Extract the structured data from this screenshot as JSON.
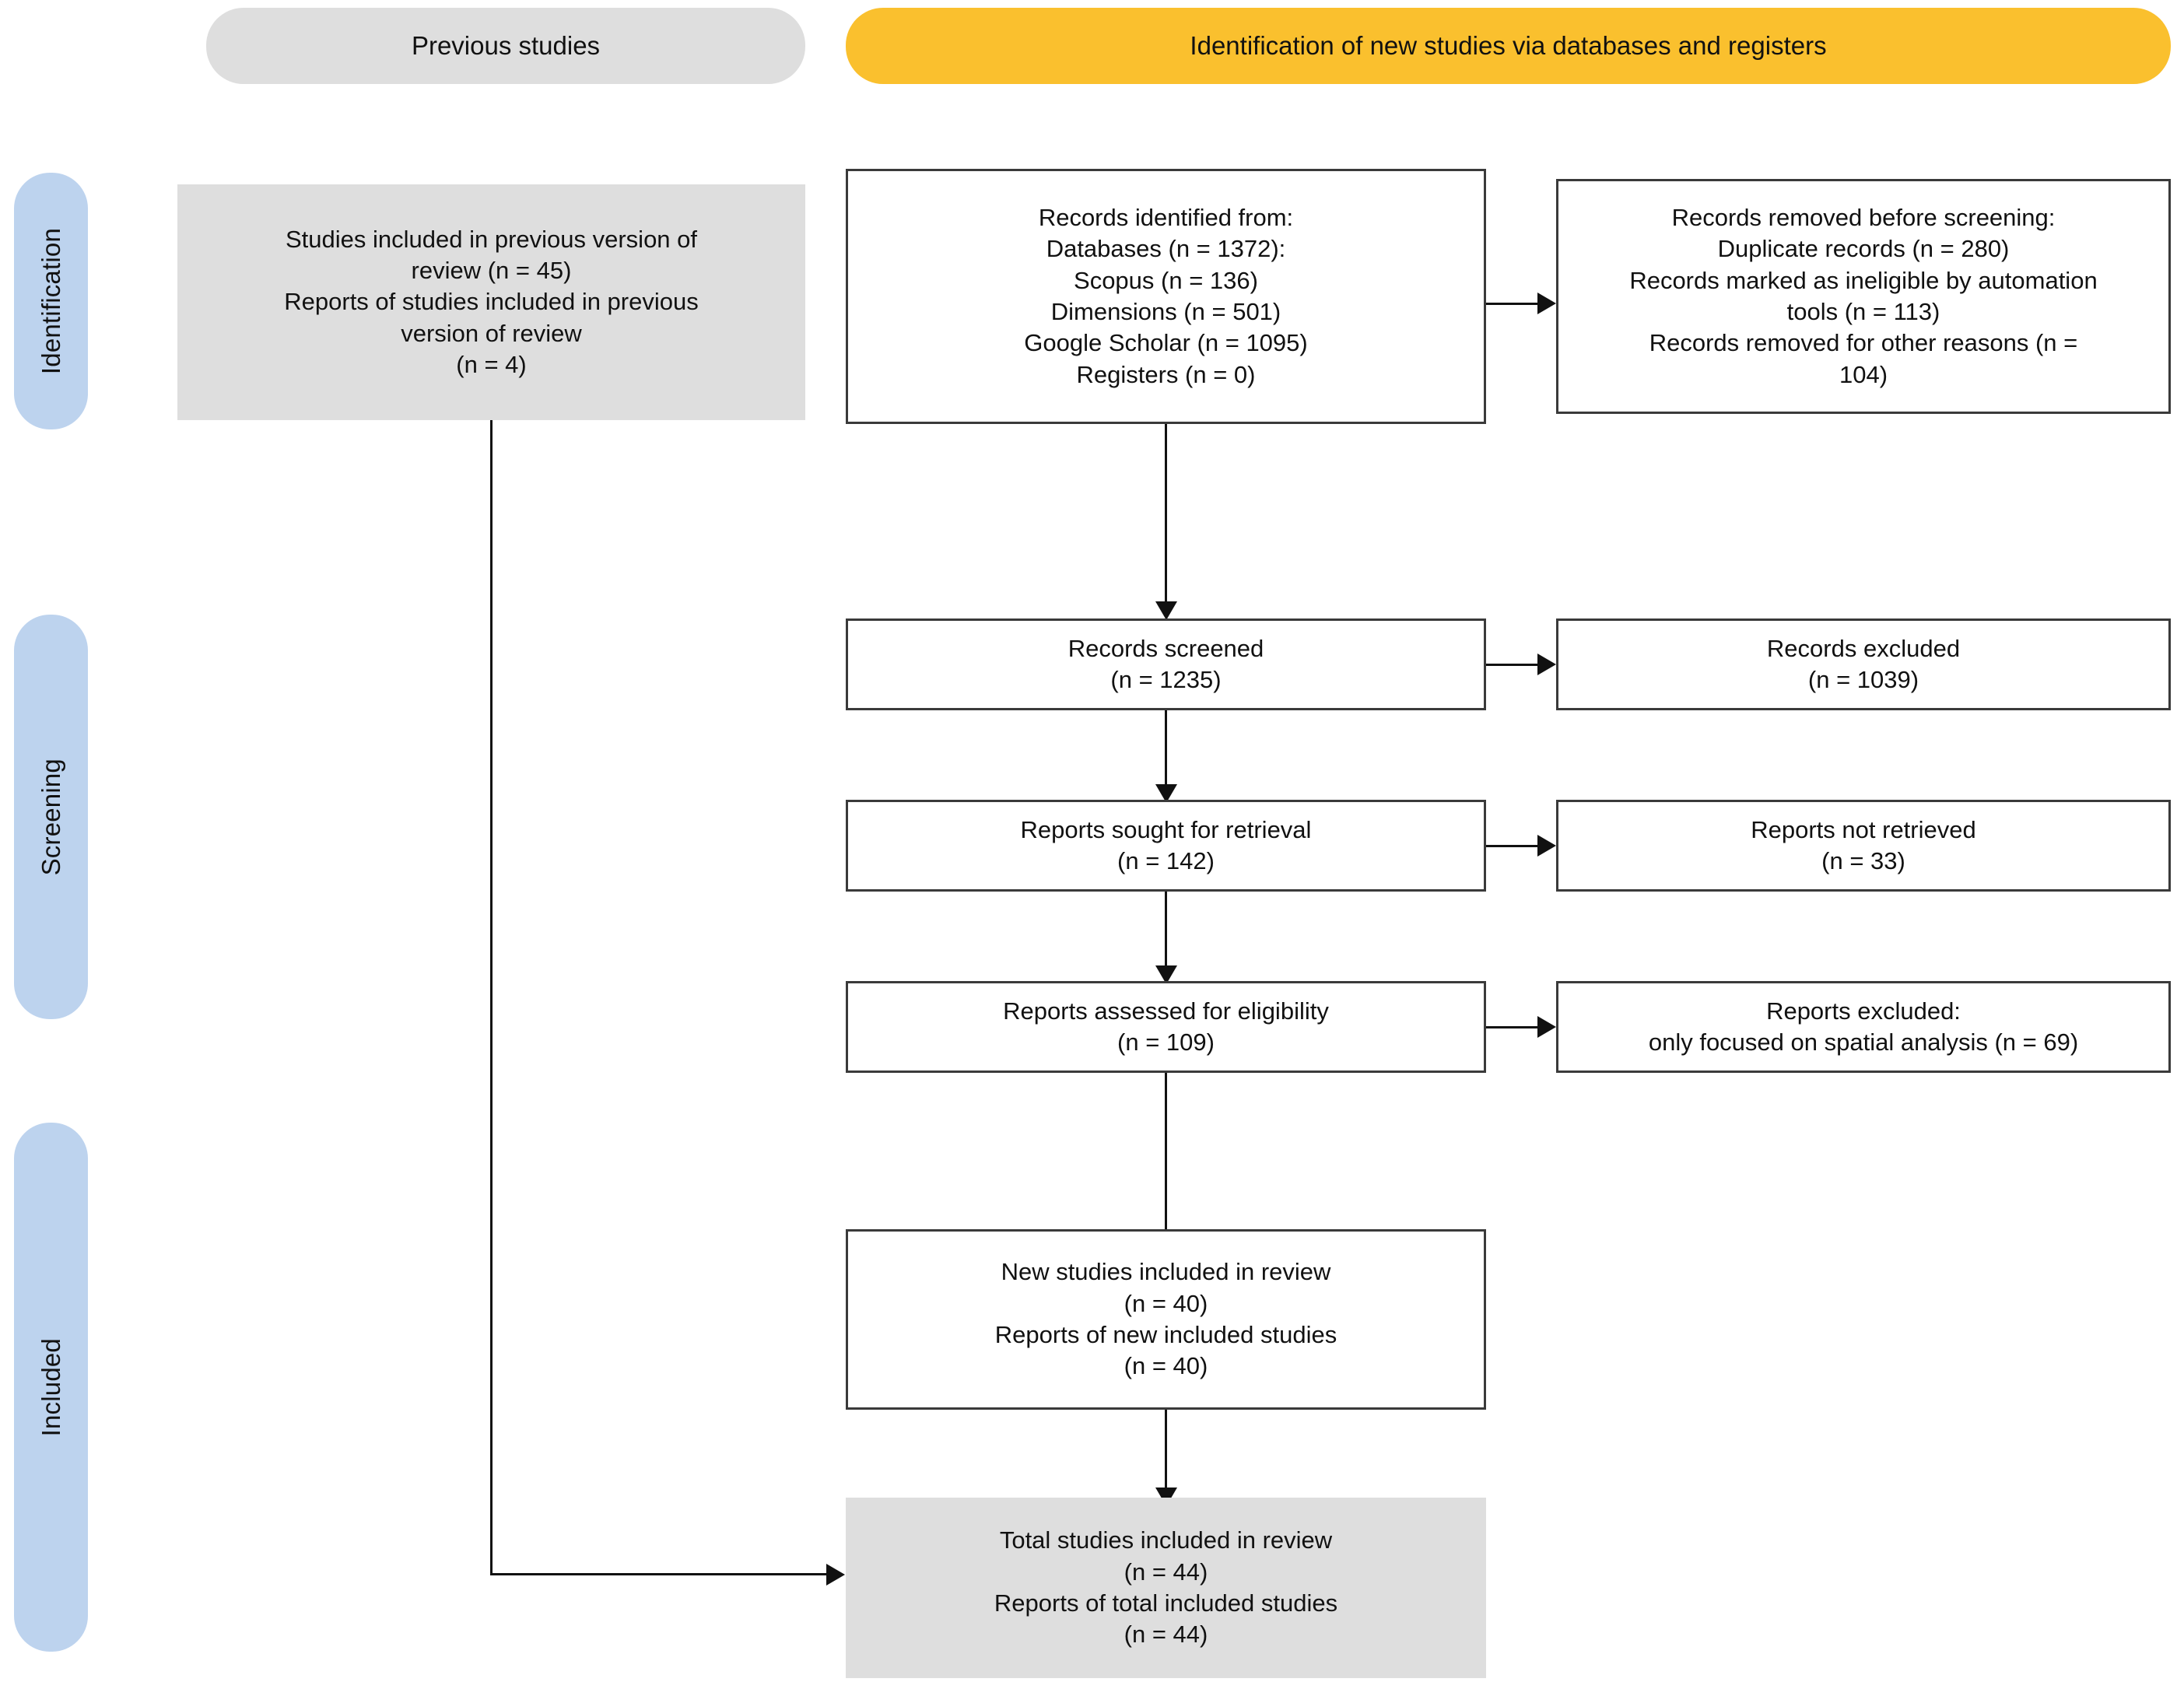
{
  "diagram": {
    "title": "PRISMA 2020 flow diagram for updated systematic reviews",
    "colors": {
      "stage_pill": "#bdd3ee",
      "previous_banner": "#dedede",
      "new_banner": "#fac02e",
      "filled_box": "#dedede",
      "box_border": "#3a3a3a",
      "connector": "#111111"
    }
  },
  "stages": [
    {
      "label": "Identification"
    },
    {
      "label": "Screening"
    },
    {
      "label": "Included"
    }
  ],
  "banners": {
    "previous": "Previous studies",
    "new": "Identification of new studies via databases and registers"
  },
  "boxes": {
    "previous_studies": {
      "lines": [
        "Studies included in previous version of",
        "review (n = 45)",
        "Reports of studies included in previous",
        "version of review",
        "(n = 4)"
      ]
    },
    "records_identified": {
      "lines": [
        "Records identified from:",
        "Databases (n = 1372):",
        "Scopus (n = 136)",
        "Dimensions (n = 501)",
        "Google Scholar (n = 1095)",
        "Registers (n = 0)"
      ]
    },
    "records_removed": {
      "lines": [
        "Records removed before screening:",
        "Duplicate records (n = 280)",
        "Records marked as ineligible by automation",
        "tools (n = 113)",
        "Records removed for other reasons (n =",
        "104)"
      ]
    },
    "records_screened": {
      "lines": [
        "Records screened",
        "(n = 1235)"
      ]
    },
    "records_excluded": {
      "lines": [
        "Records excluded",
        "(n = 1039)"
      ]
    },
    "reports_sought": {
      "lines": [
        "Reports sought for retrieval",
        "(n = 142)"
      ]
    },
    "reports_not_retrieved": {
      "lines": [
        "Reports not retrieved",
        "(n = 33)"
      ]
    },
    "reports_assessed": {
      "lines": [
        "Reports assessed for eligibility",
        "(n = 109)"
      ]
    },
    "reports_excluded": {
      "lines": [
        "Reports excluded:",
        "only focused on spatial analysis (n = 69)"
      ]
    },
    "new_studies_included": {
      "lines": [
        "New studies included in review",
        "(n = 40)",
        "Reports of new included studies",
        "(n = 40)"
      ]
    },
    "total_studies_included": {
      "lines": [
        "Total studies included in review",
        "(n = 44)",
        "Reports of total included studies",
        "(n = 44)"
      ]
    }
  },
  "chart_data": {
    "type": "flowchart",
    "title": "PRISMA 2020 flow diagram",
    "nodes": [
      {
        "id": "previous_studies",
        "stage": "Identification",
        "column": "previous",
        "label": "Studies included in previous version of review",
        "n": 45,
        "secondary_label": "Reports of studies included in previous version of review",
        "secondary_n": 4
      },
      {
        "id": "records_identified",
        "stage": "Identification",
        "column": "new",
        "label": "Records identified from",
        "databases_n": 1372,
        "registers_n": 0,
        "sources": [
          {
            "name": "Scopus",
            "n": 136
          },
          {
            "name": "Dimensions",
            "n": 501
          },
          {
            "name": "Google Scholar",
            "n": 1095
          }
        ]
      },
      {
        "id": "records_removed",
        "stage": "Identification",
        "column": "excluded",
        "label": "Records removed before screening",
        "reasons": [
          {
            "name": "Duplicate records",
            "n": 280
          },
          {
            "name": "Records marked as ineligible by automation tools",
            "n": 113
          },
          {
            "name": "Records removed for other reasons",
            "n": 104
          }
        ]
      },
      {
        "id": "records_screened",
        "stage": "Screening",
        "column": "new",
        "label": "Records screened",
        "n": 1235
      },
      {
        "id": "records_excluded",
        "stage": "Screening",
        "column": "excluded",
        "label": "Records excluded",
        "n": 1039
      },
      {
        "id": "reports_sought",
        "stage": "Screening",
        "column": "new",
        "label": "Reports sought for retrieval",
        "n": 142
      },
      {
        "id": "reports_not_retrieved",
        "stage": "Screening",
        "column": "excluded",
        "label": "Reports not retrieved",
        "n": 33
      },
      {
        "id": "reports_assessed",
        "stage": "Screening",
        "column": "new",
        "label": "Reports assessed for eligibility",
        "n": 109
      },
      {
        "id": "reports_excluded",
        "stage": "Screening",
        "column": "excluded",
        "label": "Reports excluded: only focused on spatial analysis",
        "n": 69
      },
      {
        "id": "new_studies_included",
        "stage": "Included",
        "column": "new",
        "label": "New studies included in review",
        "n": 40,
        "secondary_label": "Reports of new included studies",
        "secondary_n": 40
      },
      {
        "id": "total_studies_included",
        "stage": "Included",
        "column": "new",
        "label": "Total studies included in review",
        "n": 44,
        "secondary_label": "Reports of total included studies",
        "secondary_n": 44
      }
    ],
    "edges": [
      {
        "from": "records_identified",
        "to": "records_removed",
        "direction": "right"
      },
      {
        "from": "records_identified",
        "to": "records_screened",
        "direction": "down"
      },
      {
        "from": "records_screened",
        "to": "records_excluded",
        "direction": "right"
      },
      {
        "from": "records_screened",
        "to": "reports_sought",
        "direction": "down"
      },
      {
        "from": "reports_sought",
        "to": "reports_not_retrieved",
        "direction": "right"
      },
      {
        "from": "reports_sought",
        "to": "reports_assessed",
        "direction": "down"
      },
      {
        "from": "reports_assessed",
        "to": "reports_excluded",
        "direction": "right"
      },
      {
        "from": "reports_assessed",
        "to": "new_studies_included",
        "direction": "down"
      },
      {
        "from": "new_studies_included",
        "to": "total_studies_included",
        "direction": "down"
      },
      {
        "from": "previous_studies",
        "to": "total_studies_included",
        "direction": "elbow"
      }
    ]
  }
}
